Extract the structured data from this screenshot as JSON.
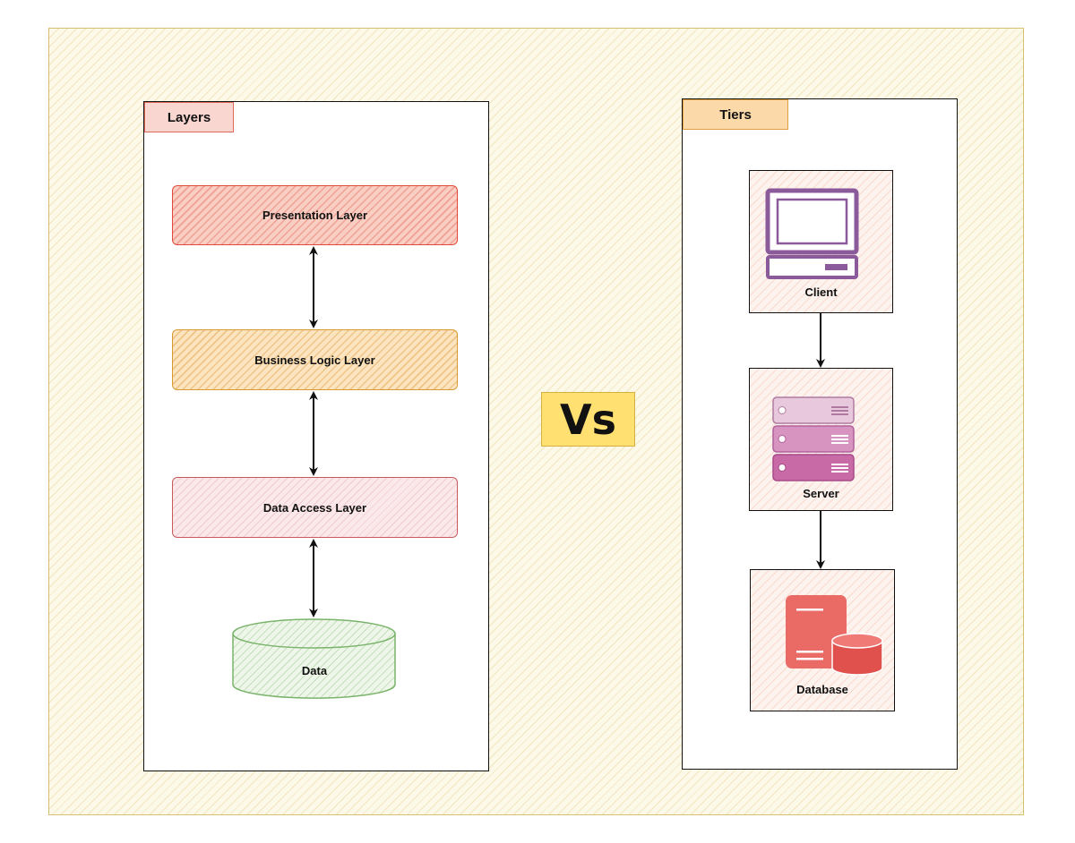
{
  "layers": {
    "title": "Layers",
    "items": [
      "Presentation Layer",
      "Business Logic Layer",
      "Data Access Layer"
    ],
    "data_store": "Data",
    "colors": {
      "presentation": "#e0483a",
      "business": "#e0a040",
      "data_access": "#c85a5a",
      "data": "#7ab36a"
    }
  },
  "versus": {
    "label": "Vs",
    "color": "#ffe070"
  },
  "tiers": {
    "title": "Tiers",
    "client": {
      "label": "Client",
      "icon": "computer-monitor-icon"
    },
    "server": {
      "label": "Server",
      "icon": "server-rack-icon"
    },
    "database": {
      "label": "Database",
      "icon": "database-icon"
    }
  }
}
